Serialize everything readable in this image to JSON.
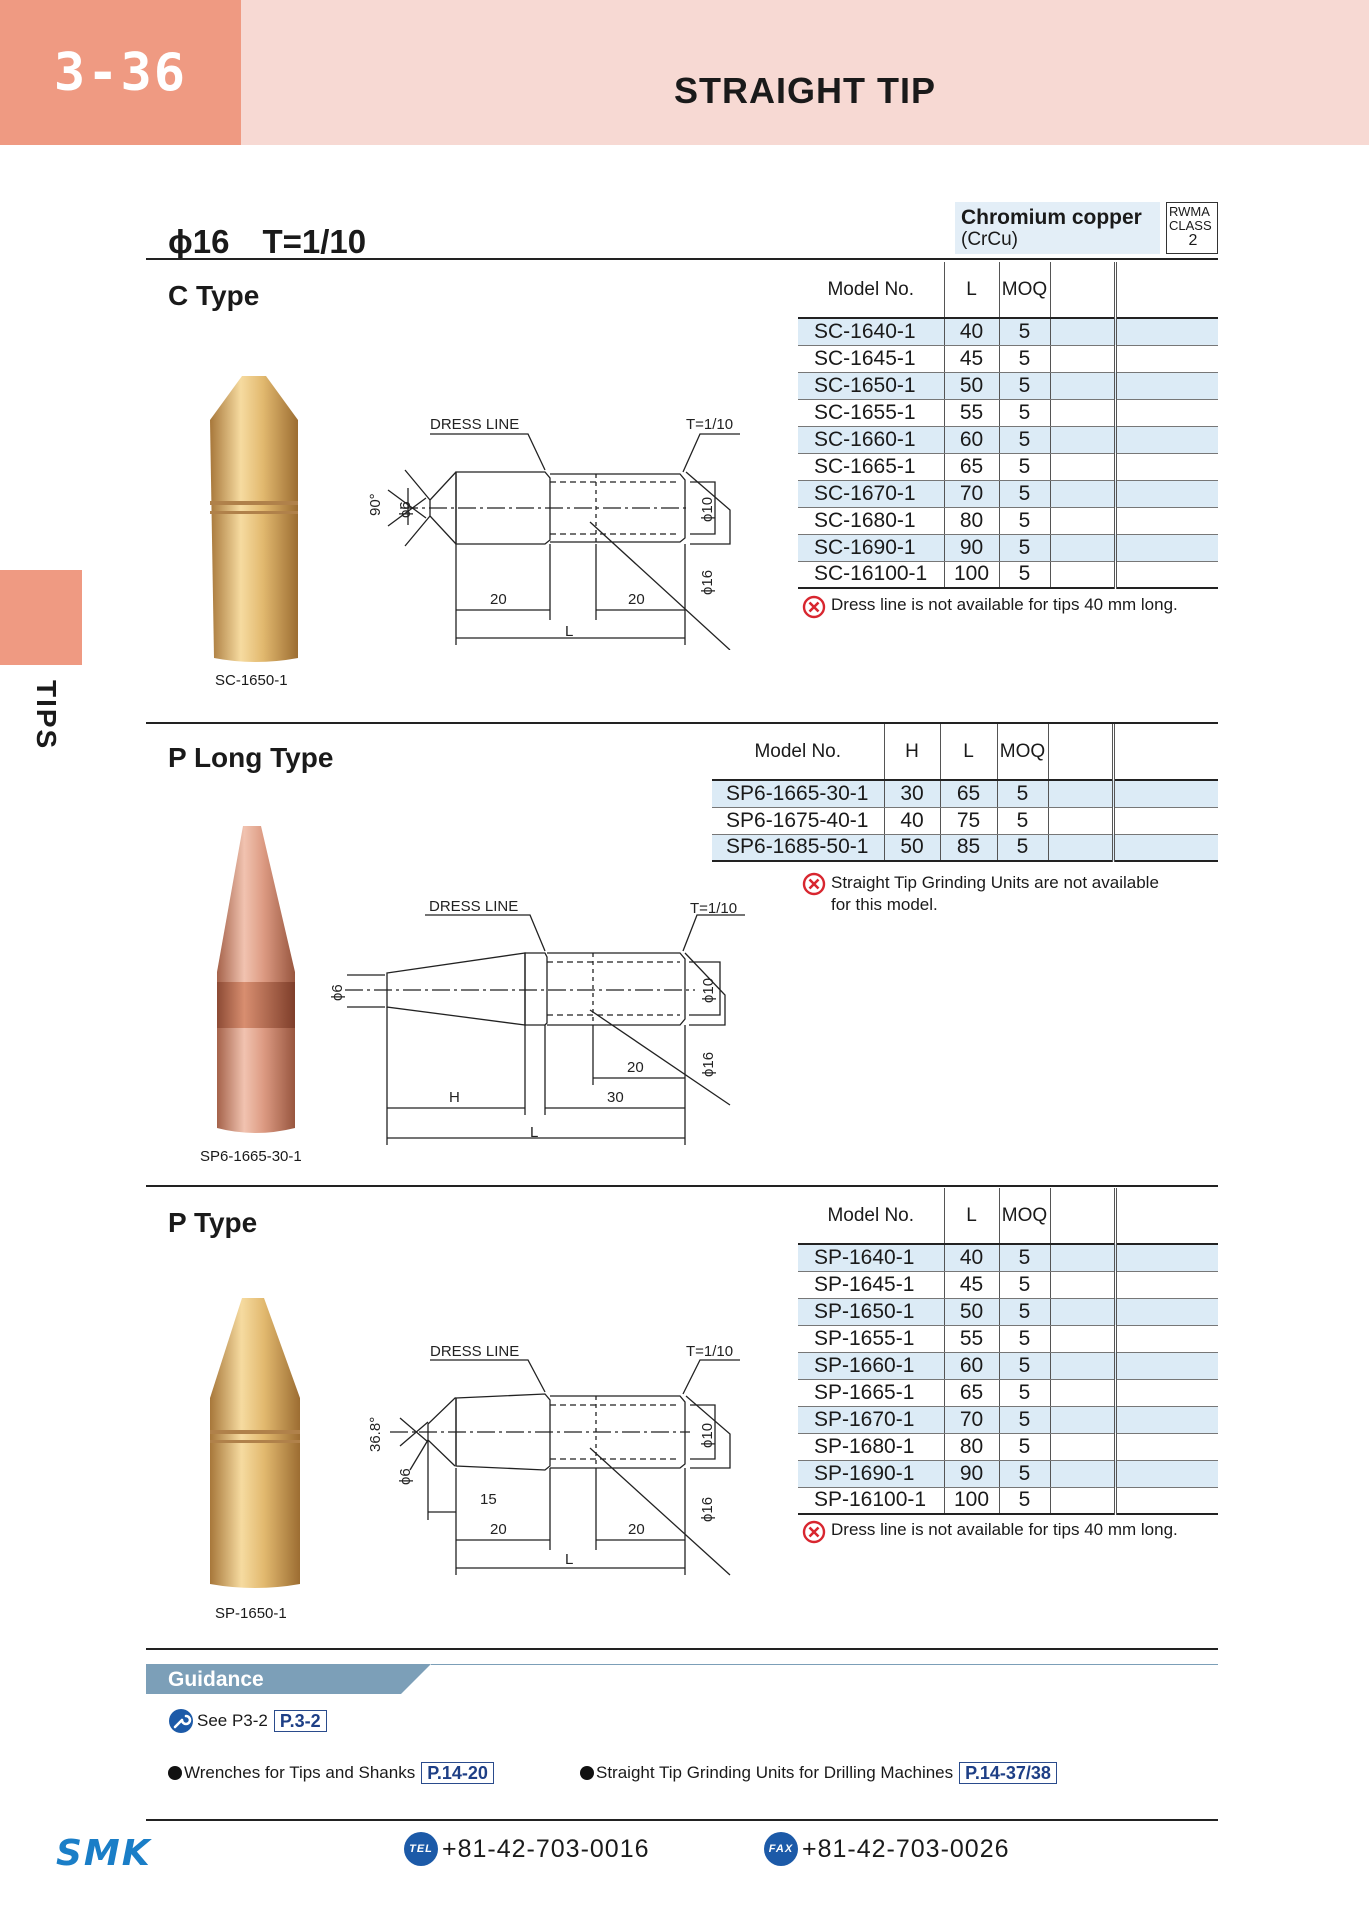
{
  "header": {
    "page_number": "3-36",
    "title": "STRAIGHT TIP"
  },
  "side_tab": {
    "label": "TIPS"
  },
  "spec": {
    "title": "ϕ16　T=1/10"
  },
  "material": {
    "name": "Chromium copper",
    "symbol": "(CrCu)",
    "rwma_line1": "RWMA",
    "rwma_line2": "CLASS",
    "rwma_class": "2"
  },
  "colors": {
    "pink_header": "#f7d9d3",
    "salmon": "#ef9a82",
    "table_stripe": "#dcebf6",
    "link_blue": "#1e3f86",
    "logo_blue": "#1a7ec7"
  },
  "c_type": {
    "title": "C Type",
    "photo_caption": "SC-1650-1",
    "headers": {
      "model": "Model No.",
      "l": "L",
      "moq": "MOQ"
    },
    "rows": [
      {
        "model": "SC-1640-1",
        "l": "40",
        "moq": "5"
      },
      {
        "model": "SC-1645-1",
        "l": "45",
        "moq": "5"
      },
      {
        "model": "SC-1650-1",
        "l": "50",
        "moq": "5"
      },
      {
        "model": "SC-1655-1",
        "l": "55",
        "moq": "5"
      },
      {
        "model": "SC-1660-1",
        "l": "60",
        "moq": "5"
      },
      {
        "model": "SC-1665-1",
        "l": "65",
        "moq": "5"
      },
      {
        "model": "SC-1670-1",
        "l": "70",
        "moq": "5"
      },
      {
        "model": "SC-1680-1",
        "l": "80",
        "moq": "5"
      },
      {
        "model": "SC-1690-1",
        "l": "90",
        "moq": "5"
      },
      {
        "model": "SC-16100-1",
        "l": "100",
        "moq": "5"
      }
    ],
    "note": "Dress line is not available for tips 40 mm long.",
    "diagram": {
      "dress_line": "DRESS LINE",
      "taper": "T=1/10",
      "angle": "90°",
      "d_tip": "ϕ6",
      "d10": "ϕ10",
      "d16": "ϕ16",
      "dim1": "20",
      "dim2": "20",
      "l": "L"
    }
  },
  "p_long_type": {
    "title": "P Long Type",
    "photo_caption": "SP6-1665-30-1",
    "headers": {
      "model": "Model No.",
      "h": "H",
      "l": "L",
      "moq": "MOQ"
    },
    "rows": [
      {
        "model": "SP6-1665-30-1",
        "h": "30",
        "l": "65",
        "moq": "5"
      },
      {
        "model": "SP6-1675-40-1",
        "h": "40",
        "l": "75",
        "moq": "5"
      },
      {
        "model": "SP6-1685-50-1",
        "h": "50",
        "l": "85",
        "moq": "5"
      }
    ],
    "note_line1": "Straight Tip Grinding Units are not available",
    "note_line2": "for this model.",
    "diagram": {
      "dress_line": "DRESS LINE",
      "taper": "T=1/10",
      "d_tip": "ϕ6",
      "d10": "ϕ10",
      "d16": "ϕ16",
      "dim20": "20",
      "h": "H",
      "dim30": "30",
      "l": "L"
    }
  },
  "p_type": {
    "title": "P Type",
    "photo_caption": "SP-1650-1",
    "headers": {
      "model": "Model No.",
      "l": "L",
      "moq": "MOQ"
    },
    "rows": [
      {
        "model": "SP-1640-1",
        "l": "40",
        "moq": "5"
      },
      {
        "model": "SP-1645-1",
        "l": "45",
        "moq": "5"
      },
      {
        "model": "SP-1650-1",
        "l": "50",
        "moq": "5"
      },
      {
        "model": "SP-1655-1",
        "l": "55",
        "moq": "5"
      },
      {
        "model": "SP-1660-1",
        "l": "60",
        "moq": "5"
      },
      {
        "model": "SP-1665-1",
        "l": "65",
        "moq": "5"
      },
      {
        "model": "SP-1670-1",
        "l": "70",
        "moq": "5"
      },
      {
        "model": "SP-1680-1",
        "l": "80",
        "moq": "5"
      },
      {
        "model": "SP-1690-1",
        "l": "90",
        "moq": "5"
      },
      {
        "model": "SP-16100-1",
        "l": "100",
        "moq": "5"
      }
    ],
    "note": "Dress line is not available for tips 40 mm long.",
    "diagram": {
      "dress_line": "DRESS LINE",
      "taper": "T=1/10",
      "angle": "36.8°",
      "d_tip": "ϕ6",
      "d10": "ϕ10",
      "d16": "ϕ16",
      "dim15": "15",
      "dim1": "20",
      "dim2": "20",
      "l": "L"
    }
  },
  "guidance": {
    "label": "Guidance",
    "see_text": "See P3-2",
    "see_ref": "P.3-2",
    "link1_text": "Wrenches for Tips and Shanks",
    "link1_ref": "P.14-20",
    "link2_text": "Straight Tip Grinding Units for Drilling Machines",
    "link2_ref": "P.14-37/38"
  },
  "footer": {
    "logo": "SMK",
    "tel_label": "TEL",
    "tel": "+81-42-703-0016",
    "fax_label": "FAX",
    "fax": "+81-42-703-0026"
  }
}
